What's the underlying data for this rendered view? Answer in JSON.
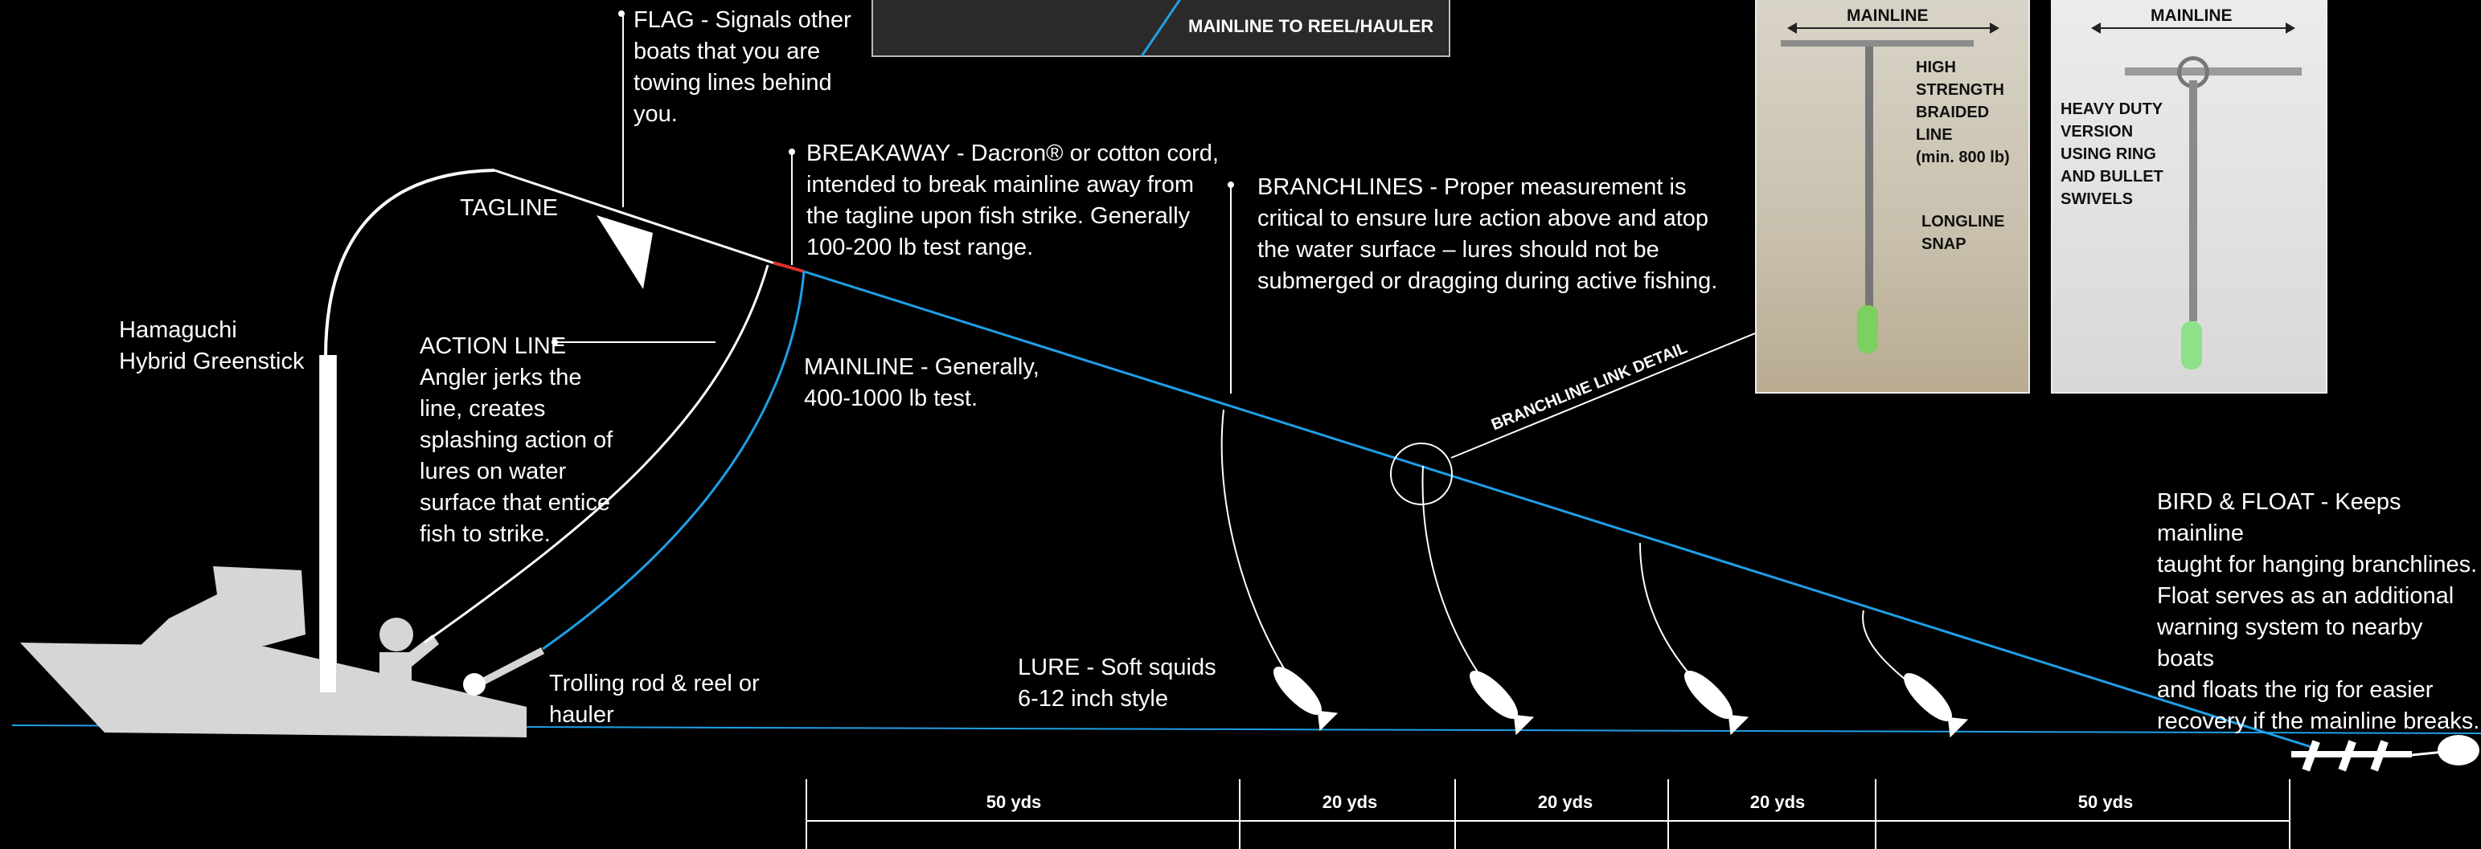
{
  "labels": {
    "flag": "FLAG - Signals other\nboats that you are\ntowing lines behind\nyou.",
    "breakaway": "BREAKAWAY - Dacron® or cotton cord,\nintended to break mainline away from\nthe tagline upon fish strike. Generally\n100-200 lb test range.",
    "branchlines": "BRANCHLINES - Proper measurement is\ncritical to ensure lure action above and atop\nthe water surface – lures should not be\nsubmerged or dragging during active fishing.",
    "tagline": "TAGLINE",
    "greenstick": "Hamaguchi\nHybrid Greenstick",
    "action_line": "ACTION LINE\nAngler jerks the\nline, creates\nsplashing action of\nlures on water\nsurface that entice\nfish to strike.",
    "mainline": "MAINLINE - Generally,\n400-1000 lb test.",
    "trolling_rod": "Trolling rod & reel or\nhauler",
    "lure": "LURE -  Soft squids\n6-12 inch style",
    "bird_float": "BIRD & FLOAT - Keeps mainline\ntaught for hanging branchlines.\nFloat serves as an additional\nwarning system to nearby boats\nand floats the rig for easier\nrecovery if the mainline breaks.",
    "branchline_link_detail": "BRANCHLINE LINK DETAIL",
    "mainline_to_reel": "MAINLINE TO REEL/HAULER"
  },
  "photos": {
    "left": {
      "header": "MAINLINE",
      "braided": "HIGH\nSTRENGTH\nBRAIDED LINE\n(min. 800 lb)",
      "snap": "LONGLINE\nSNAP"
    },
    "right": {
      "header": "MAINLINE",
      "heavy": "HEAVY DUTY\nVERSION\nUSING RING\nAND BULLET\nSWIVELS"
    }
  },
  "distances": [
    "50 yds",
    "20 yds",
    "20 yds",
    "20 yds",
    "50 yds"
  ],
  "colors": {
    "background": "#000000",
    "mainline": "#1f9fe6",
    "breakaway": "#e03030",
    "boat": "#d6d6d6",
    "line": "#ffffff"
  }
}
